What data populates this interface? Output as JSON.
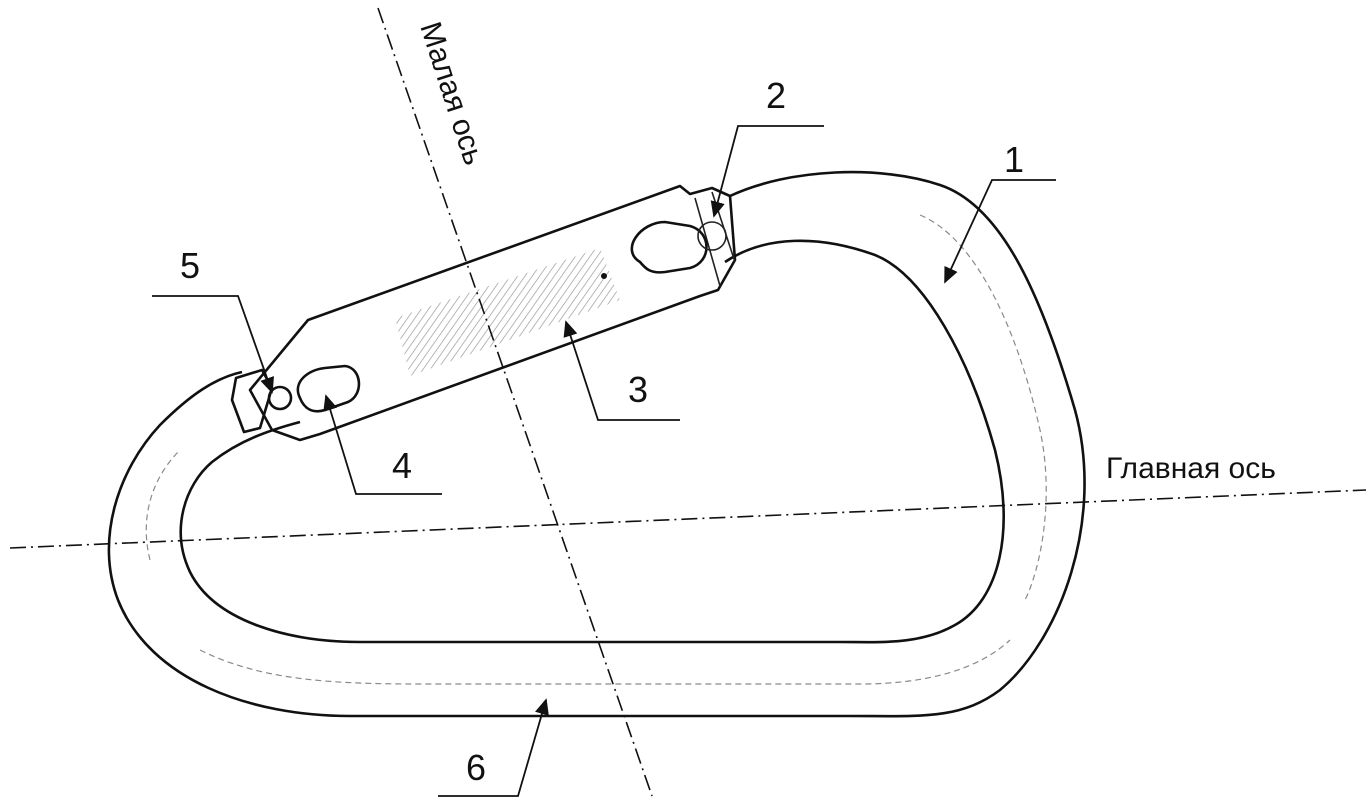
{
  "axes": {
    "minor_axis_label": "Малая ось",
    "major_axis_label": "Главная ось"
  },
  "callouts": {
    "c1": "1",
    "c2": "2",
    "c3": "3",
    "c4": "4",
    "c5": "5",
    "c6": "6"
  },
  "colors": {
    "ink": "#111111",
    "background": "#ffffff",
    "hatching": "#8a8a8a"
  }
}
